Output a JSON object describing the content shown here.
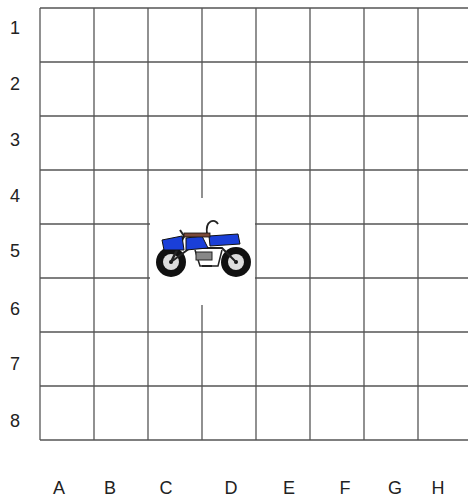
{
  "diagram": {
    "labels": [
      "1",
      "2",
      "3",
      "4",
      "5",
      "6",
      "7",
      "8",
      "A",
      "B",
      "C",
      "D",
      "E",
      "F",
      "G",
      "H"
    ]
  }
}
